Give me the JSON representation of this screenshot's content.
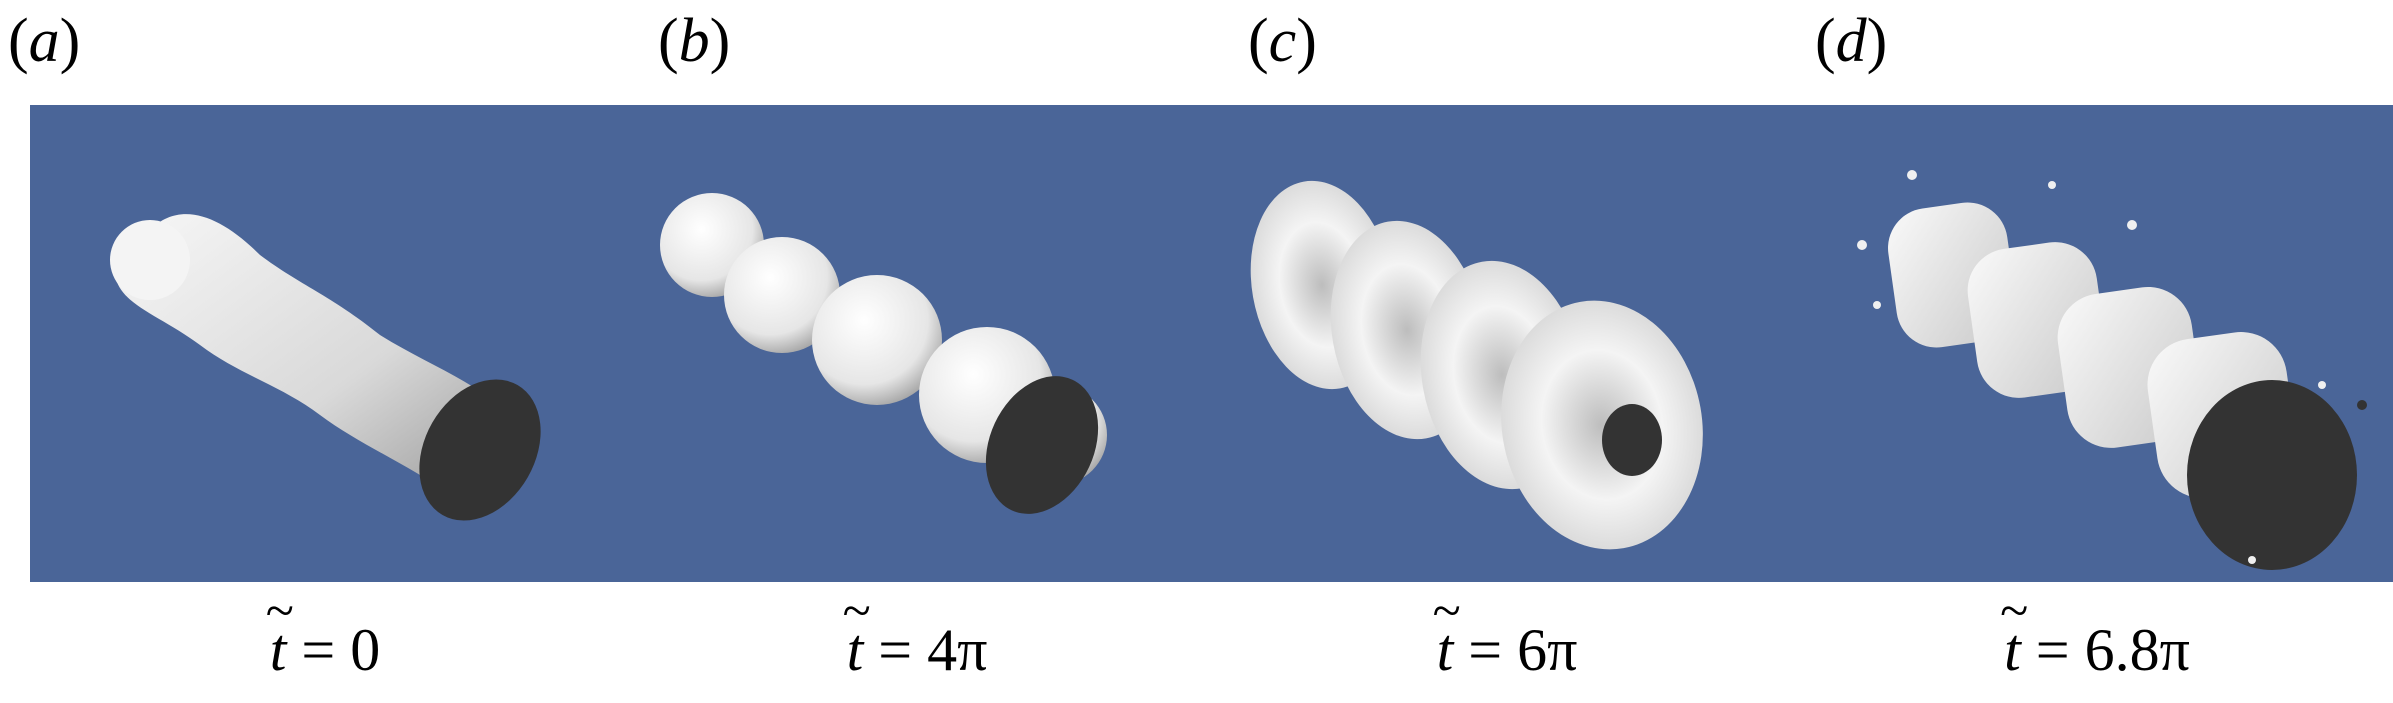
{
  "panels": [
    {
      "label": "a",
      "time": "0"
    },
    {
      "label": "b",
      "time": "4π"
    },
    {
      "label": "c",
      "time": "6π"
    },
    {
      "label": "d",
      "time": "6.8π"
    }
  ],
  "caption_prefix": "t",
  "caption_equals": "=",
  "colors": {
    "background_panel": "#4a6598",
    "liquid": "#f2f2f2",
    "cross_section": "#333333"
  }
}
